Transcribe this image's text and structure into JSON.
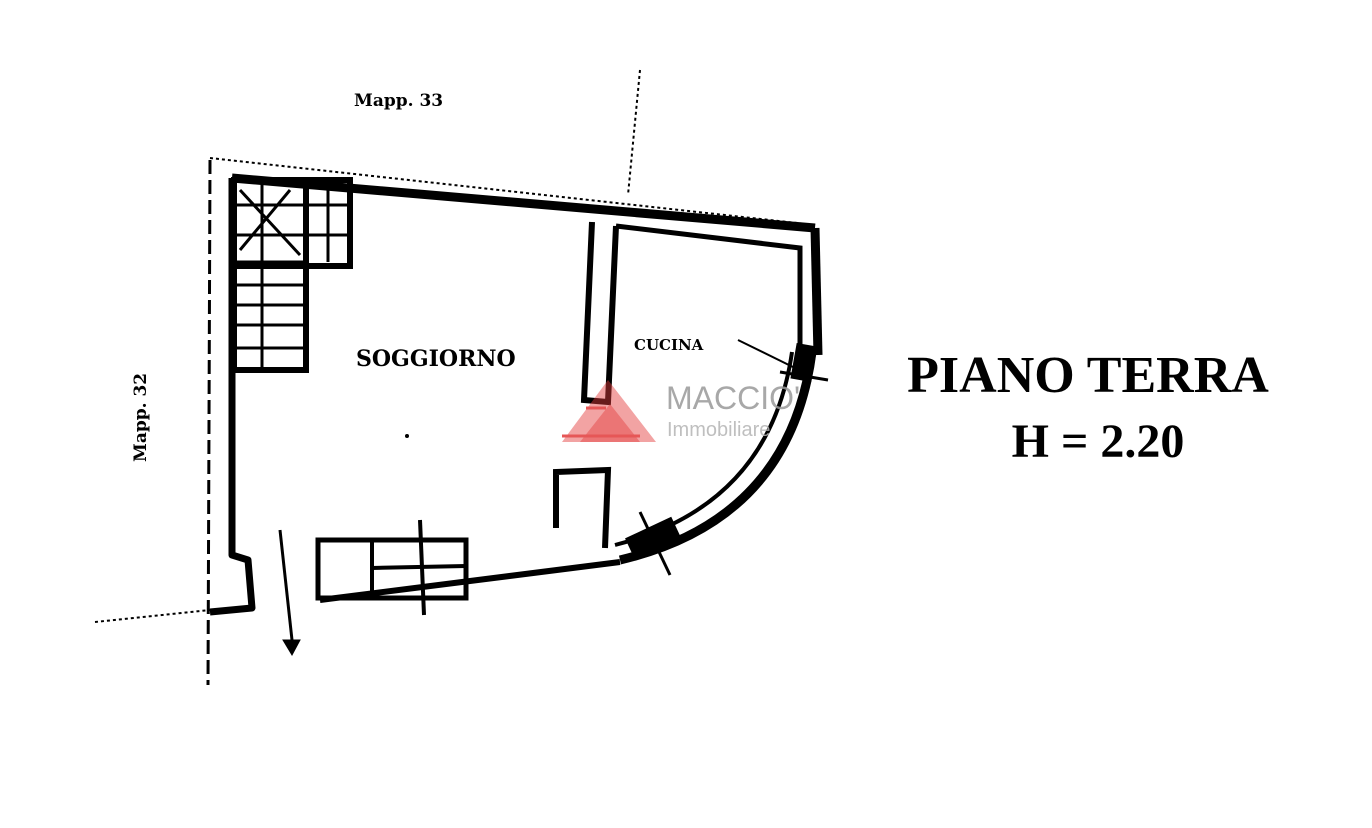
{
  "plan": {
    "title": "PIANO TERRA",
    "height_label": "H = 2.20",
    "rooms": {
      "living": "SOGGIORNO",
      "kitchen": "CUCINA"
    },
    "neighbors": {
      "top": "Mapp. 33",
      "left": "Mapp. 32"
    }
  },
  "watermark": {
    "name": "MACCIO'",
    "subtitle": "Immobiliare",
    "color": "#e23a3a"
  }
}
